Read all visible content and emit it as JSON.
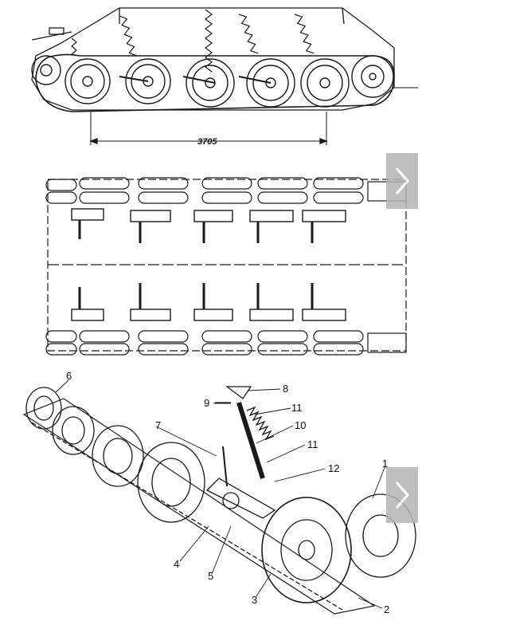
{
  "diagram": {
    "dimension_label": "3705",
    "callouts": [
      "1",
      "2",
      "3",
      "4",
      "5",
      "6",
      "7",
      "8",
      "9",
      "10",
      "11",
      "11",
      "12"
    ]
  },
  "controls": {
    "next_arrow_icon": "chevron-right-icon",
    "arrow_color": "#b5b5b5"
  }
}
